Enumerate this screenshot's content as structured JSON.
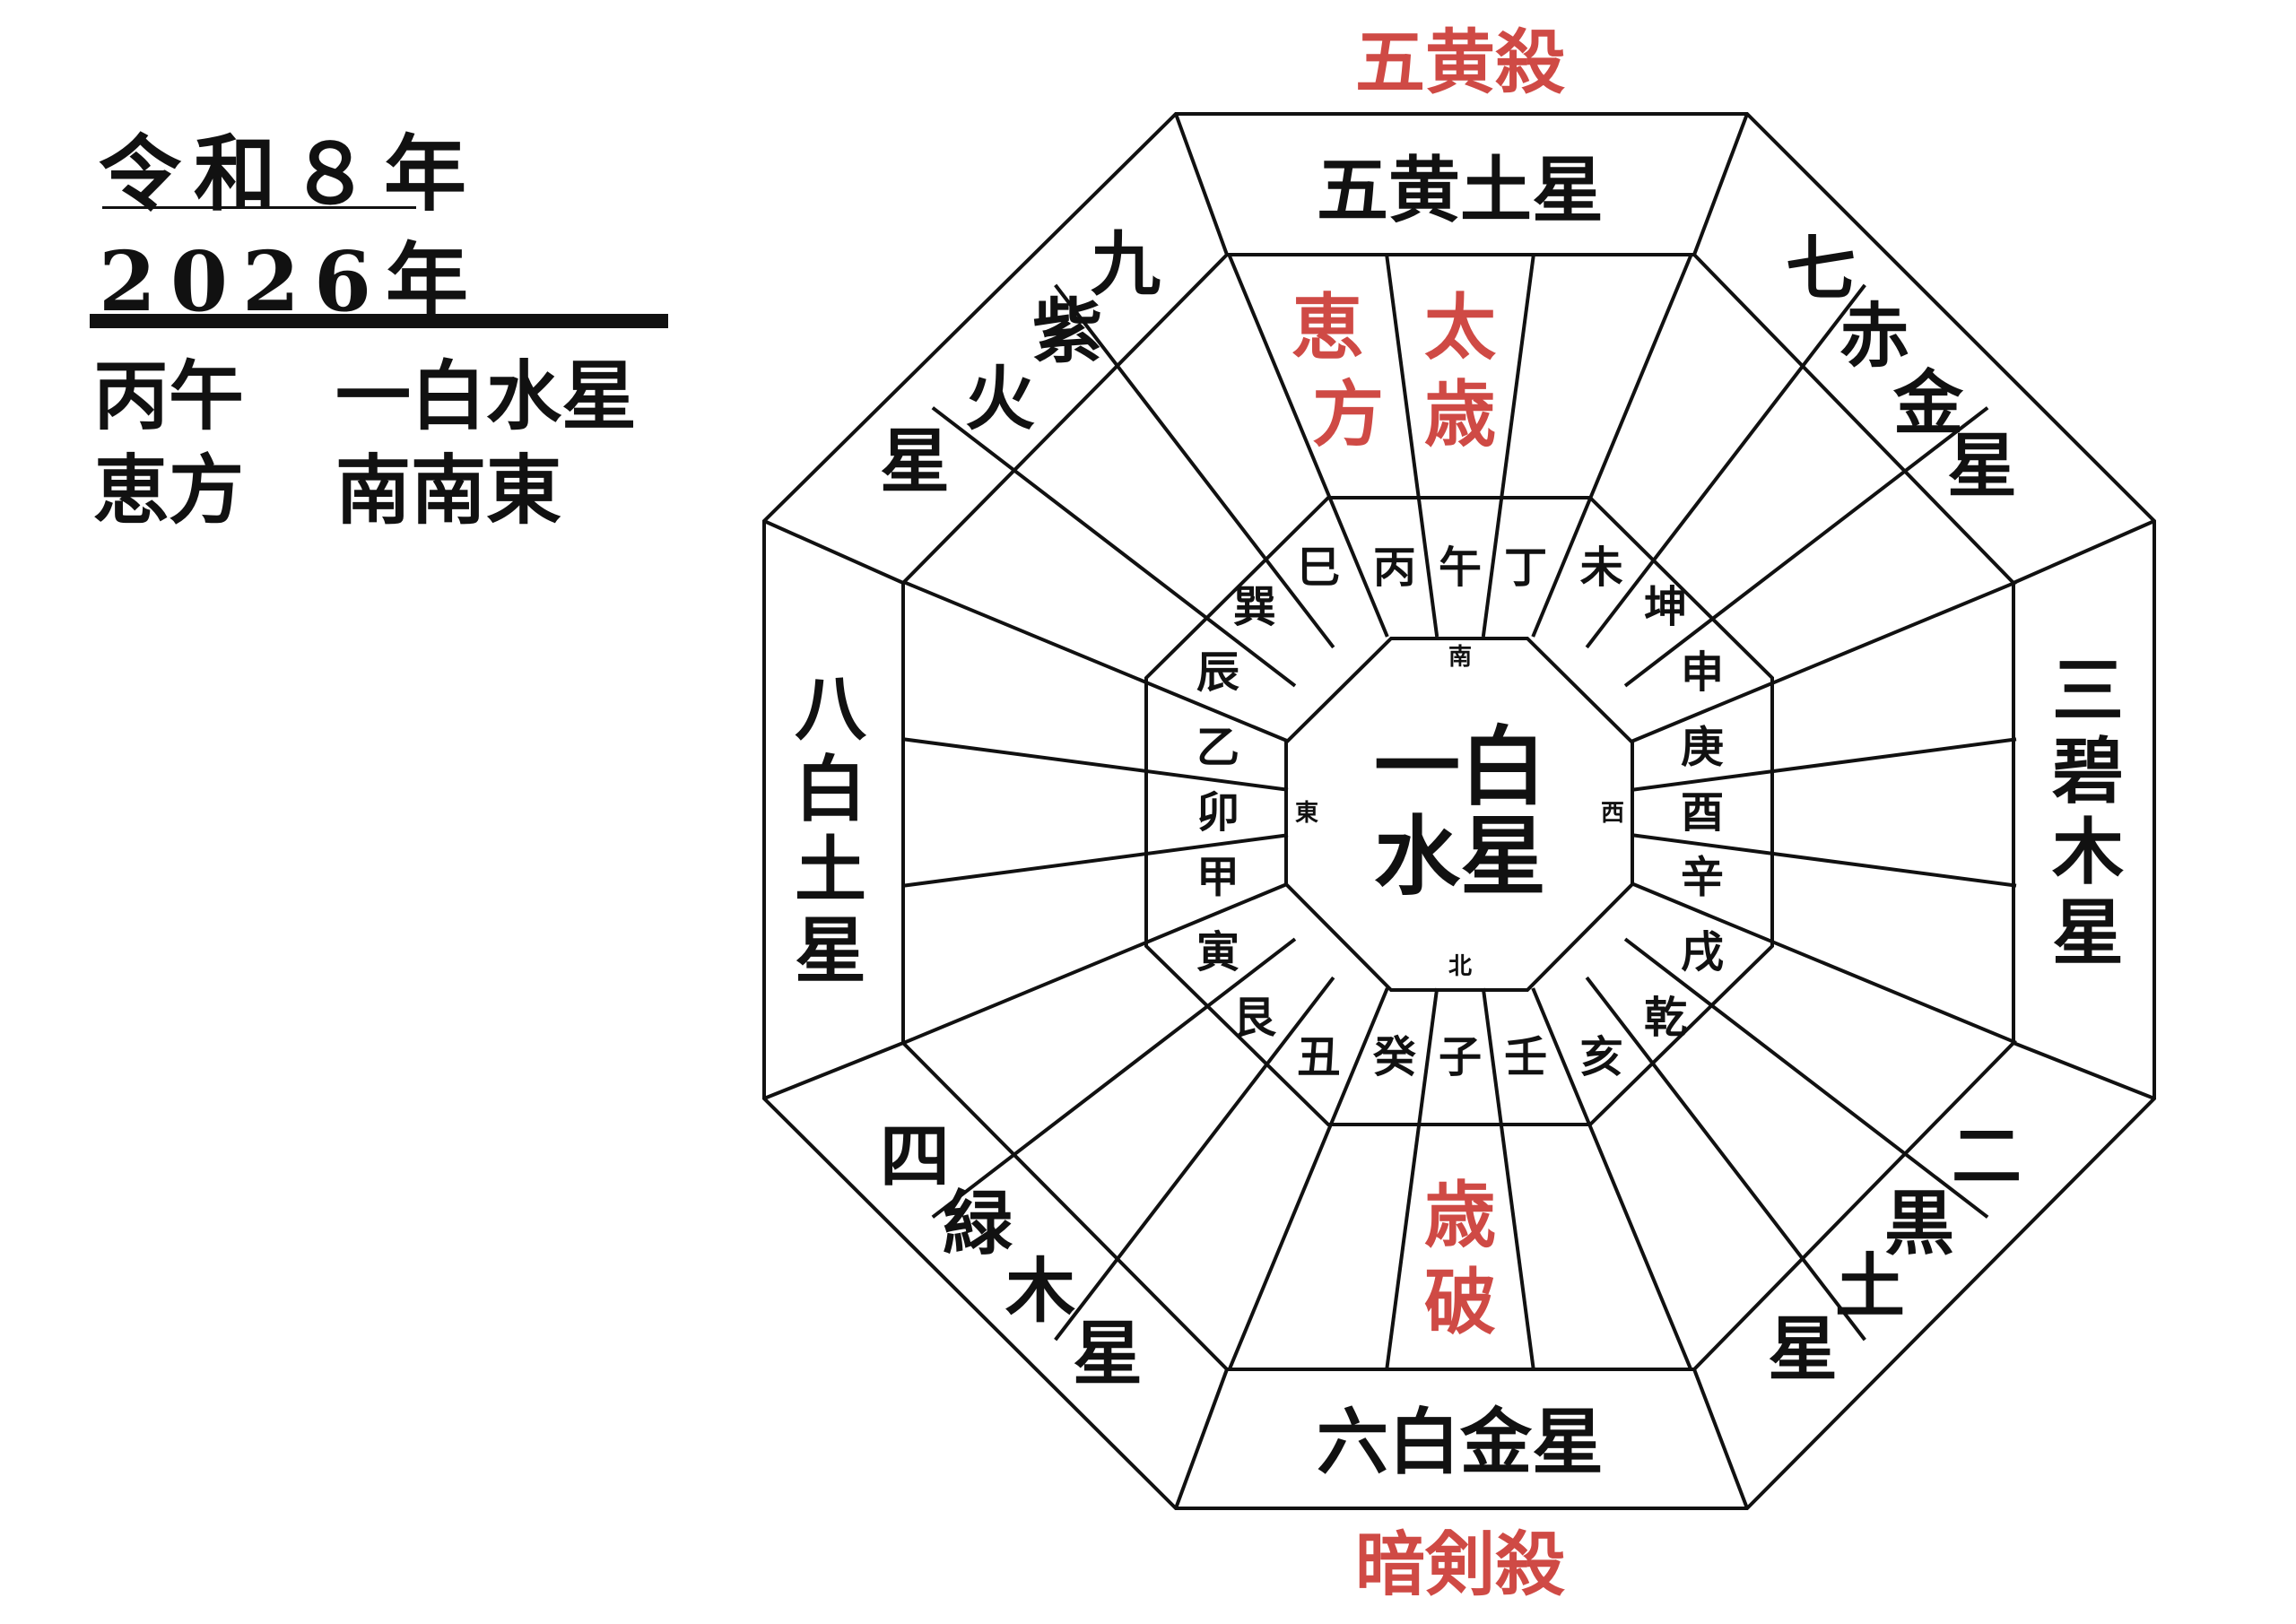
{
  "info": {
    "era_year": "令和８年",
    "western_year": "2026年",
    "eto_label": "丙午",
    "year_star": "一白水星",
    "ehou_label": "恵方",
    "ehou_direction": "南南東"
  },
  "chart": {
    "center_star": [
      "一白",
      "水星"
    ],
    "compass_small": {
      "south": "南",
      "north": "北",
      "east": "東",
      "west": "西"
    },
    "outer_labels": {
      "top": "五黄殺",
      "bottom": "暗剣殺"
    },
    "palace_stars": {
      "south": "五黄土星",
      "southwest": "七赤金星",
      "west": "三碧木星",
      "northwest": "二黒土星",
      "north": "六白金星",
      "northeast": "四緑木星",
      "east": "八白土星",
      "southeast": "九紫火星"
    },
    "annotations": {
      "ehou": "恵方",
      "taisai": "太歳",
      "saiha": "歳破"
    },
    "mountains_24": [
      "午",
      "丁",
      "未",
      "坤",
      "申",
      "庚",
      "酉",
      "辛",
      "戌",
      "乾",
      "亥",
      "壬",
      "子",
      "癸",
      "丑",
      "艮",
      "寅",
      "甲",
      "卯",
      "乙",
      "辰",
      "巽",
      "巳",
      "丙"
    ],
    "colors": {
      "accent_red": "#cf4a45",
      "ink": "#111111"
    }
  }
}
